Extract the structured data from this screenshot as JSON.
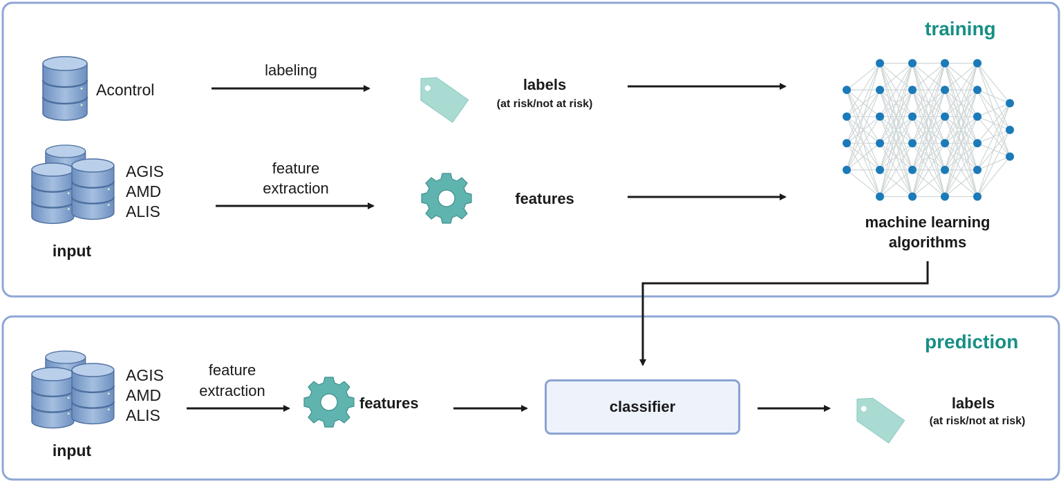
{
  "colors": {
    "panel_border": "#8ea6d6",
    "panel_title": "#178f84",
    "arrow": "#1a1a1a",
    "database": "#7f9fcb",
    "tag": "#a9dbd3",
    "gear": "#5fb4b0",
    "network_node": "#1b7ab8",
    "network_edge": "#cfd6d6",
    "classifier_fill": "#edf2fb"
  },
  "training": {
    "title": "training",
    "db_single_label": "Acontrol",
    "db_group_lines": [
      "AGIS",
      "AMD",
      "ALIS"
    ],
    "input_label": "input",
    "arrow_labeling": "labeling",
    "arrow_feature_lines": [
      "feature",
      "extraction"
    ],
    "labels_title": "labels",
    "labels_sub": "(at risk/not at risk)",
    "features_label": "features",
    "ml_lines": [
      "machine learning",
      "algorithms"
    ],
    "icons": [
      "database-icon",
      "database-group-icon",
      "tag-icon",
      "gear-icon",
      "neural-network-icon"
    ],
    "network_layer_sizes": [
      4,
      6,
      6,
      6,
      6,
      3
    ]
  },
  "prediction": {
    "title": "prediction",
    "db_group_lines": [
      "AGIS",
      "AMD",
      "ALIS"
    ],
    "input_label": "input",
    "arrow_feature_lines": [
      "feature",
      "extraction"
    ],
    "features_label": "features",
    "classifier_label": "classifier",
    "labels_title": "labels",
    "labels_sub": "(at risk/not at risk)",
    "icons": [
      "database-group-icon",
      "gear-icon",
      "tag-icon"
    ]
  }
}
